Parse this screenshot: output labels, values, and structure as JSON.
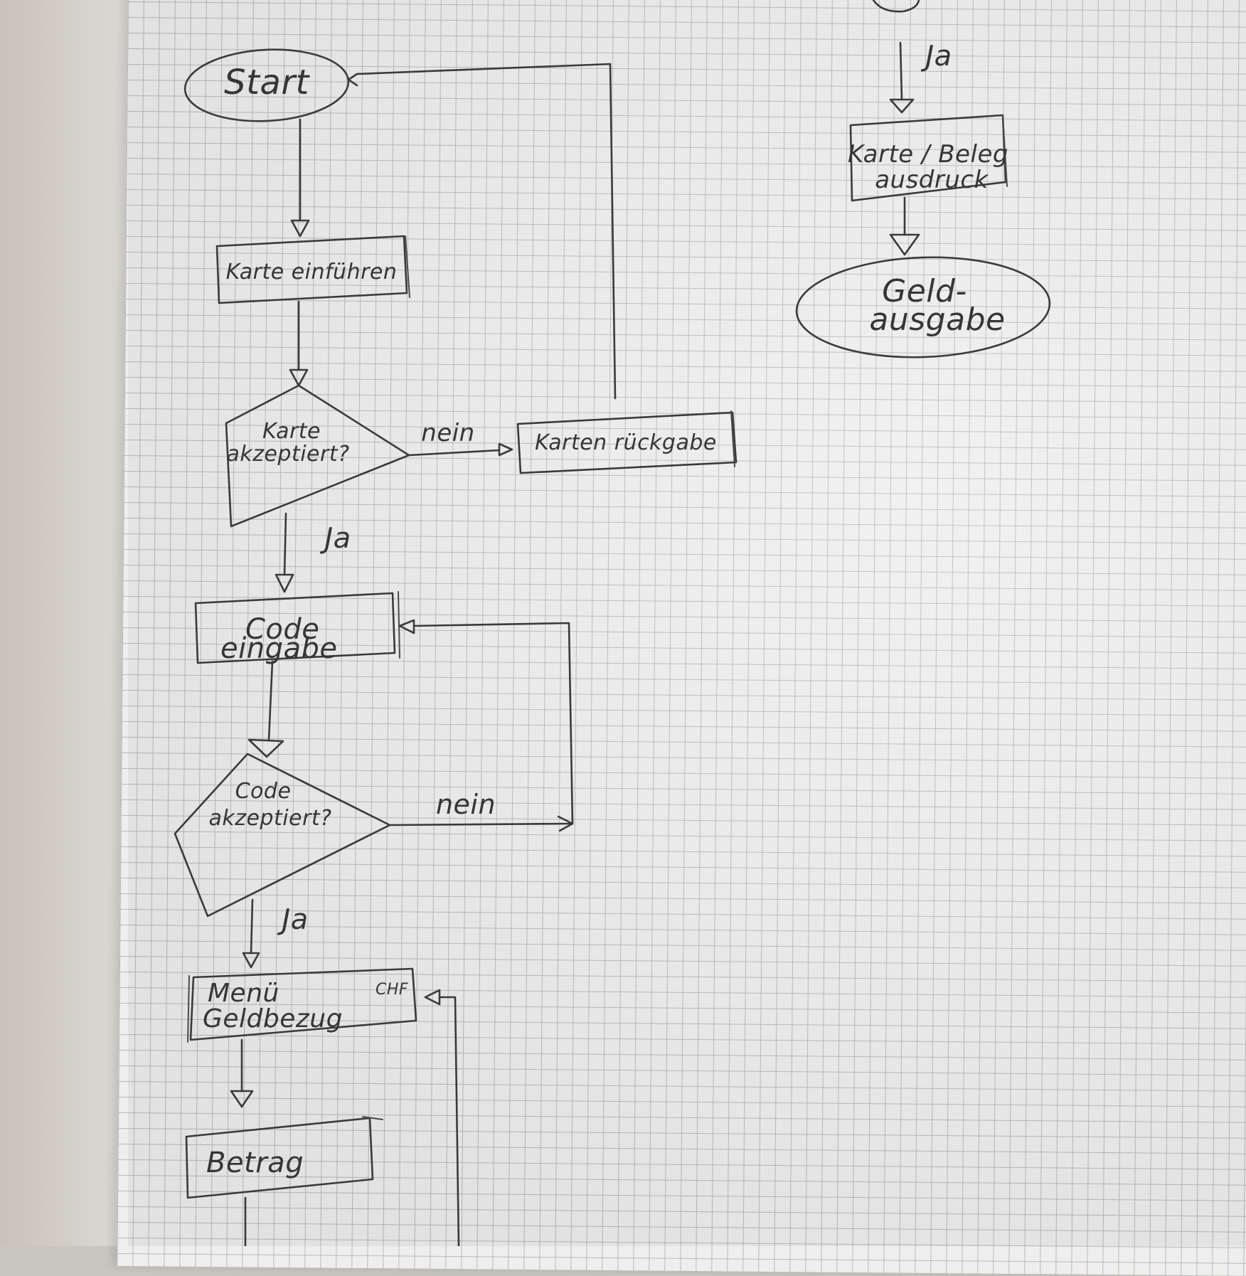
{
  "diagram": {
    "nodes": {
      "start": "Start",
      "karte_einfuehren": "Karte einführen",
      "karte_akzeptiert": [
        "Karte",
        "akzeptiert?"
      ],
      "karten_rueckgabe": "Karten rückgabe",
      "code_eingabe": [
        "Code",
        "eingabe"
      ],
      "code_akzeptiert": [
        "Code",
        "akzeptiert?"
      ],
      "menue": [
        "Menü",
        "Geldbezug"
      ],
      "menue_chf": "CHF",
      "betrag": "Betrag",
      "karte_beleg": [
        "Karte / Beleg",
        "ausdruck"
      ],
      "geldausgabe": [
        "Geld-",
        "ausgabe"
      ]
    },
    "edges": {
      "ja": "Ja",
      "nein": "nein"
    }
  }
}
